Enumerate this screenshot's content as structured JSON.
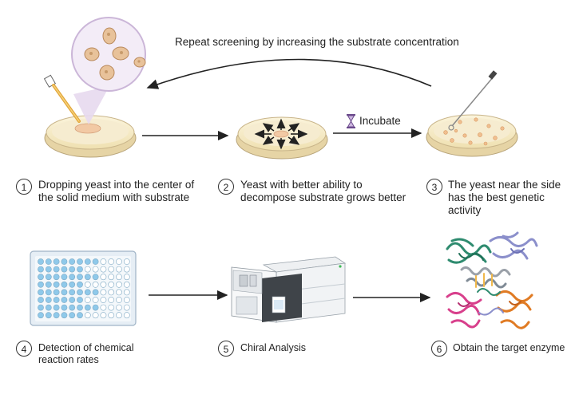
{
  "repeat_label": "Repeat screening by increasing the substrate concentration",
  "incubate_label": "Incubate",
  "steps": [
    {
      "num": "1",
      "line1": "Dropping yeast into the center of",
      "line2": "the solid medium with substrate",
      "line3": ""
    },
    {
      "num": "2",
      "line1": "Yeast with better ability to",
      "line2": "decompose substrate grows better",
      "line3": ""
    },
    {
      "num": "3",
      "line1": "The yeast near the side",
      "line2": "has the best genetic",
      "line3": "activity"
    },
    {
      "num": "4",
      "line1": "Detection of chemical",
      "line2": "reaction rates",
      "line3": ""
    },
    {
      "num": "5",
      "line1": "Chiral Analysis",
      "line2": "",
      "line3": ""
    },
    {
      "num": "6",
      "line1": "Obtain the target enzyme",
      "line2": "",
      "line3": ""
    }
  ],
  "icons": [
    "petri-dish-icon",
    "pipette-icon",
    "yeast-cells-icon",
    "hourglass-icon",
    "inoculation-loop-icon",
    "well-plate-icon",
    "chromatography-instrument-icon",
    "enzyme-structure-icon"
  ]
}
